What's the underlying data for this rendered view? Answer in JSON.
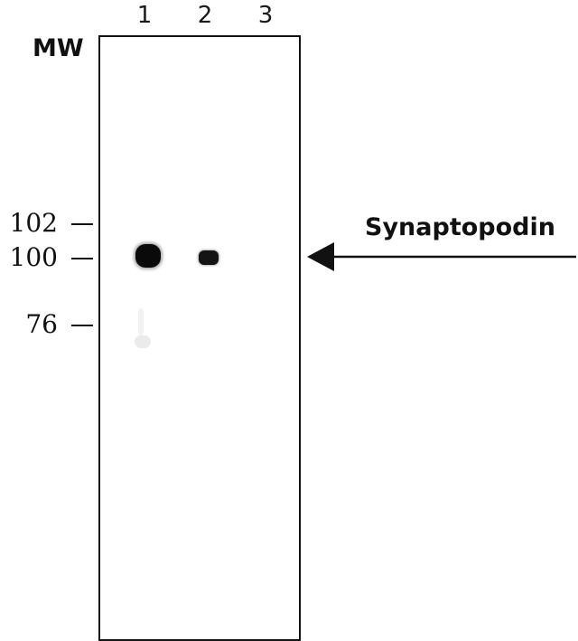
{
  "lanes": [
    "1",
    "2",
    "3"
  ],
  "mw_title": "MW",
  "markers": [
    "102",
    "100",
    "76"
  ],
  "target": {
    "label": "Synaptopodin",
    "arrow": "arrow-left-icon"
  }
}
